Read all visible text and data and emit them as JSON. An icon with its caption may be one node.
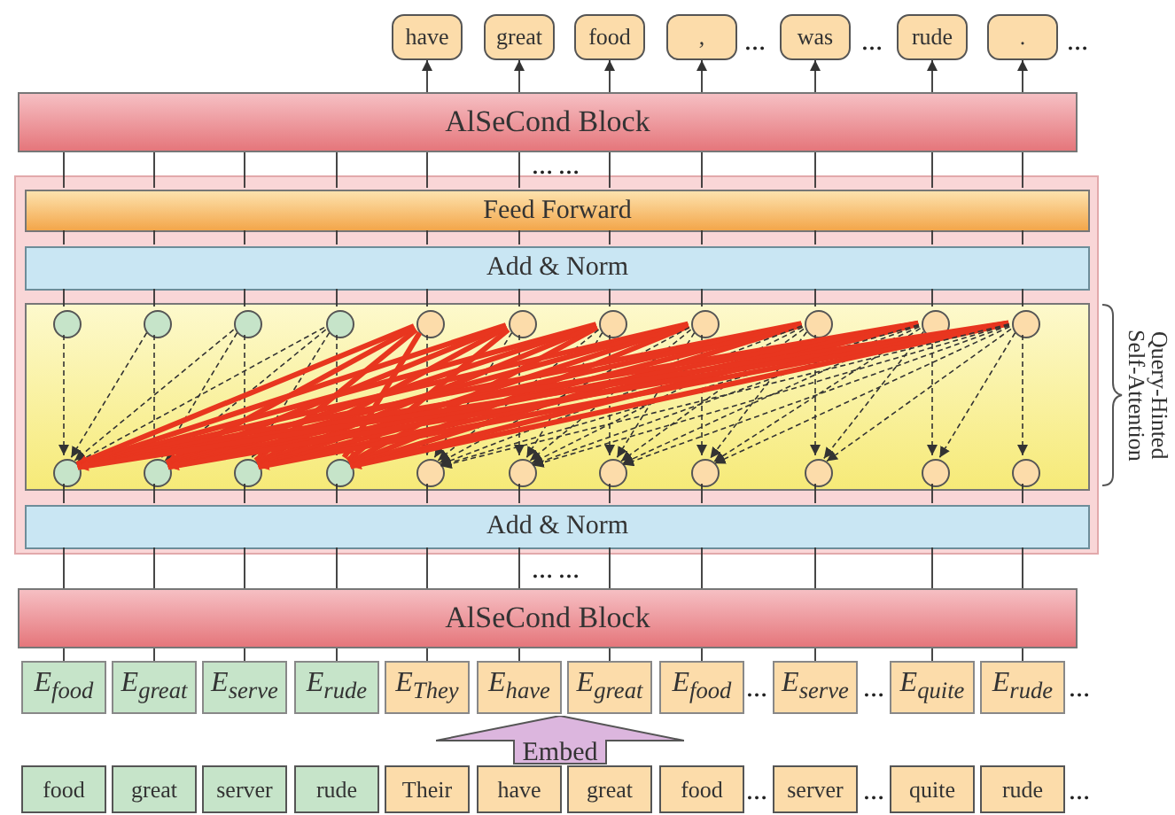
{
  "diagram": {
    "nodes": [
      {
        "text": [
          "have"
        ]
      },
      {
        "text": [
          "great"
        ]
      },
      {
        "text": [
          "food"
        ]
      },
      {
        "text": [
          ","
        ]
      },
      {
        "text": [
          "was"
        ]
      },
      {
        "text": [
          "rude"
        ]
      },
      {
        "text": [
          "."
        ]
      },
      {
        "text": [
          "AlSeCond Block"
        ]
      },
      {
        "text": [],
        "shape": "box"
      },
      {
        "text": [
          "Feed Forward"
        ],
        "in": 8
      },
      {
        "text": [
          "Add & Norm"
        ],
        "in": 8
      },
      {
        "text": [],
        "shape": "box",
        "in": 8
      },
      {
        "text": [],
        "shape": "circle",
        "in": 11
      },
      {
        "text": [],
        "shape": "circle",
        "in": 11
      },
      {
        "text": [],
        "shape": "circle",
        "in": 11
      },
      {
        "text": [],
        "shape": "circle",
        "in": 11
      },
      {
        "text": [],
        "shape": "circle",
        "in": 11
      },
      {
        "text": [],
        "shape": "circle",
        "in": 11
      },
      {
        "text": [],
        "shape": "circle",
        "in": 11
      },
      {
        "text": [],
        "shape": "circle",
        "in": 11
      },
      {
        "text": [],
        "shape": "circle",
        "in": 11
      },
      {
        "text": [],
        "shape": "circle",
        "in": 11
      },
      {
        "text": [],
        "shape": "circle",
        "in": 11
      },
      {
        "text": [],
        "shape": "circle",
        "in": 11
      },
      {
        "text": [],
        "shape": "circle",
        "in": 11
      },
      {
        "text": [],
        "shape": "circle",
        "in": 11
      },
      {
        "text": [],
        "shape": "circle",
        "in": 11
      },
      {
        "text": [],
        "shape": "circle",
        "in": 11
      },
      {
        "text": [],
        "shape": "circle",
        "in": 11
      },
      {
        "text": [],
        "shape": "circle",
        "in": 11
      },
      {
        "text": [],
        "shape": "circle",
        "in": 11
      },
      {
        "text": [],
        "shape": "circle",
        "in": 11
      },
      {
        "text": [],
        "shape": "circle",
        "in": 11
      },
      {
        "text": [],
        "shape": "circle",
        "in": 11
      },
      {
        "text": [
          "Add & Norm"
        ],
        "in": 8
      },
      {
        "text": [
          "AlSeCond Block"
        ]
      },
      {
        "text": [
          "E$_{food}$"
        ]
      },
      {
        "text": [
          "E$_{great}$"
        ]
      },
      {
        "text": [
          "E$_{serve}$"
        ]
      },
      {
        "text": [
          "E$_{rude}$"
        ]
      },
      {
        "text": [
          "E$_{They}$"
        ]
      },
      {
        "text": [
          "E$_{have}$"
        ]
      },
      {
        "text": [
          "E$_{great}$"
        ]
      },
      {
        "text": [
          "E$_{food}$"
        ]
      },
      {
        "text": [
          "E$_{serve}$"
        ]
      },
      {
        "text": [
          "E$_{quite}$"
        ]
      },
      {
        "text": [
          "E$_{rude}$"
        ]
      },
      {
        "text": [
          "Embed"
        ]
      },
      {
        "text": [
          "food"
        ]
      },
      {
        "text": [
          "great"
        ]
      },
      {
        "text": [
          "server"
        ]
      },
      {
        "text": [
          "rude"
        ]
      },
      {
        "text": [
          "Their"
        ]
      },
      {
        "text": [
          "have"
        ]
      },
      {
        "text": [
          "great"
        ]
      },
      {
        "text": [
          "food"
        ]
      },
      {
        "text": [
          "server"
        ]
      },
      {
        "text": [
          "quite"
        ]
      },
      {
        "text": [
          "rude"
        ]
      }
    ],
    "edges": [
      {
        "from": 12,
        "to": 23,
        "arrow": "to",
        "style": "dashed"
      },
      {
        "from": 13,
        "to": 23,
        "arrow": "to",
        "style": "dashed"
      },
      {
        "from": 13,
        "to": 24,
        "arrow": "to",
        "style": "dashed"
      },
      {
        "from": 14,
        "to": 23,
        "arrow": "to",
        "style": "dashed"
      },
      {
        "from": 14,
        "to": 24,
        "arrow": "to",
        "style": "dashed"
      },
      {
        "from": 14,
        "to": 25,
        "arrow": "to",
        "style": "dashed"
      },
      {
        "from": 15,
        "to": 23,
        "arrow": "to",
        "style": "dashed"
      },
      {
        "from": 15,
        "to": 24,
        "arrow": "to",
        "style": "dashed"
      },
      {
        "from": 15,
        "to": 25,
        "arrow": "to",
        "style": "dashed"
      },
      {
        "from": 15,
        "to": 26,
        "arrow": "to",
        "style": "dashed"
      },
      {
        "from": 16,
        "to": 23,
        "arrow": "to",
        "style": "thick",
        "color": "#e8361f"
      },
      {
        "from": 16,
        "to": 24,
        "arrow": "to",
        "style": "thick",
        "color": "#e8361f"
      },
      {
        "from": 16,
        "to": 25,
        "arrow": "to",
        "style": "thick",
        "color": "#e8361f"
      },
      {
        "from": 16,
        "to": 26,
        "arrow": "to",
        "style": "thick",
        "color": "#e8361f"
      },
      {
        "from": 16,
        "to": 27,
        "arrow": "to",
        "style": "dashed"
      },
      {
        "from": 17,
        "to": 23,
        "arrow": "to",
        "style": "thick",
        "color": "#e8361f"
      },
      {
        "from": 17,
        "to": 24,
        "arrow": "to",
        "style": "thick",
        "color": "#e8361f"
      },
      {
        "from": 17,
        "to": 25,
        "arrow": "to",
        "style": "thick",
        "color": "#e8361f"
      },
      {
        "from": 17,
        "to": 26,
        "arrow": "to",
        "style": "thick",
        "color": "#e8361f"
      },
      {
        "from": 17,
        "to": 27,
        "arrow": "to",
        "style": "dashed"
      },
      {
        "from": 17,
        "to": 28,
        "arrow": "to",
        "style": "dashed"
      },
      {
        "from": 18,
        "to": 23,
        "arrow": "to",
        "style": "thick",
        "color": "#e8361f"
      },
      {
        "from": 18,
        "to": 24,
        "arrow": "to",
        "style": "thick",
        "color": "#e8361f"
      },
      {
        "from": 18,
        "to": 25,
        "arrow": "to",
        "style": "thick",
        "color": "#e8361f"
      },
      {
        "from": 18,
        "to": 26,
        "arrow": "to",
        "style": "thick",
        "color": "#e8361f"
      },
      {
        "from": 18,
        "to": 27,
        "arrow": "to",
        "style": "dashed"
      },
      {
        "from": 18,
        "to": 28,
        "arrow": "to",
        "style": "dashed"
      },
      {
        "from": 18,
        "to": 29,
        "arrow": "to",
        "style": "dashed"
      },
      {
        "from": 19,
        "to": 23,
        "arrow": "to",
        "style": "thick",
        "color": "#e8361f"
      },
      {
        "from": 19,
        "to": 24,
        "arrow": "to",
        "style": "thick",
        "color": "#e8361f"
      },
      {
        "from": 19,
        "to": 25,
        "arrow": "to",
        "style": "thick",
        "color": "#e8361f"
      },
      {
        "from": 19,
        "to": 26,
        "arrow": "to",
        "style": "thick",
        "color": "#e8361f"
      },
      {
        "from": 19,
        "to": 27,
        "arrow": "to",
        "style": "dashed"
      },
      {
        "from": 19,
        "to": 28,
        "arrow": "to",
        "style": "dashed"
      },
      {
        "from": 19,
        "to": 29,
        "arrow": "to",
        "style": "dashed"
      },
      {
        "from": 19,
        "to": 30,
        "arrow": "to",
        "style": "dashed"
      },
      {
        "from": 20,
        "to": 23,
        "arrow": "to",
        "style": "thick",
        "color": "#e8361f"
      },
      {
        "from": 20,
        "to": 24,
        "arrow": "to",
        "style": "thick",
        "color": "#e8361f"
      },
      {
        "from": 20,
        "to": 25,
        "arrow": "to",
        "style": "thick",
        "color": "#e8361f"
      },
      {
        "from": 20,
        "to": 26,
        "arrow": "to",
        "style": "thick",
        "color": "#e8361f"
      },
      {
        "from": 20,
        "to": 27,
        "arrow": "to",
        "style": "dashed"
      },
      {
        "from": 20,
        "to": 28,
        "arrow": "to",
        "style": "dashed"
      },
      {
        "from": 20,
        "to": 29,
        "arrow": "to",
        "style": "dashed"
      },
      {
        "from": 20,
        "to": 30,
        "arrow": "to",
        "style": "dashed"
      },
      {
        "from": 20,
        "to": 31,
        "arrow": "to",
        "style": "dashed"
      },
      {
        "from": 21,
        "to": 23,
        "arrow": "to",
        "style": "thick",
        "color": "#e8361f"
      },
      {
        "from": 21,
        "to": 24,
        "arrow": "to",
        "style": "thick",
        "color": "#e8361f"
      },
      {
        "from": 21,
        "to": 25,
        "arrow": "to",
        "style": "thick",
        "color": "#e8361f"
      },
      {
        "from": 21,
        "to": 26,
        "arrow": "to",
        "style": "thick",
        "color": "#e8361f"
      },
      {
        "from": 21,
        "to": 27,
        "arrow": "to",
        "style": "dashed"
      },
      {
        "from": 21,
        "to": 28,
        "arrow": "to",
        "style": "dashed"
      },
      {
        "from": 21,
        "to": 29,
        "arrow": "to",
        "style": "dashed"
      },
      {
        "from": 21,
        "to": 30,
        "arrow": "to",
        "style": "dashed"
      },
      {
        "from": 21,
        "to": 31,
        "arrow": "to",
        "style": "dashed"
      },
      {
        "from": 21,
        "to": 32,
        "arrow": "to",
        "style": "dashed"
      },
      {
        "from": 22,
        "to": 23,
        "arrow": "to",
        "style": "thick",
        "color": "#e8361f"
      },
      {
        "from": 22,
        "to": 24,
        "arrow": "to",
        "style": "thick",
        "color": "#e8361f"
      },
      {
        "from": 22,
        "to": 25,
        "arrow": "to",
        "style": "thick",
        "color": "#e8361f"
      },
      {
        "from": 22,
        "to": 26,
        "arrow": "to",
        "style": "thick",
        "color": "#e8361f"
      },
      {
        "from": 22,
        "to": 27,
        "arrow": "to",
        "style": "dashed"
      },
      {
        "from": 22,
        "to": 28,
        "arrow": "to",
        "style": "dashed"
      },
      {
        "from": 22,
        "to": 29,
        "arrow": "to",
        "style": "dashed"
      },
      {
        "from": 22,
        "to": 30,
        "arrow": "to",
        "style": "dashed"
      },
      {
        "from": 22,
        "to": 31,
        "arrow": "to",
        "style": "dashed"
      },
      {
        "from": 22,
        "to": 32,
        "arrow": "to",
        "style": "dashed"
      },
      {
        "from": 22,
        "to": 33,
        "arrow": "to",
        "style": "dashed"
      },
      {
        "from": 36,
        "to": 35,
        "arrow": "none"
      },
      {
        "from": 37,
        "to": 35,
        "arrow": "none"
      },
      {
        "from": 38,
        "to": 35,
        "arrow": "none"
      },
      {
        "from": 39,
        "to": 35,
        "arrow": "none"
      },
      {
        "from": 40,
        "to": 35,
        "arrow": "none"
      },
      {
        "from": 41,
        "to": 35,
        "arrow": "none"
      },
      {
        "from": 42,
        "to": 35,
        "arrow": "none"
      },
      {
        "from": 43,
        "to": 35,
        "arrow": "none"
      },
      {
        "from": 44,
        "to": 35,
        "arrow": "none"
      },
      {
        "from": 45,
        "to": 35,
        "arrow": "none"
      },
      {
        "from": 46,
        "to": 35,
        "arrow": "none"
      },
      {
        "from": 35,
        "to": 34,
        "arrow": "none"
      },
      {
        "from": 35,
        "to": 34,
        "arrow": "none"
      },
      {
        "from": 35,
        "to": 34,
        "arrow": "none"
      },
      {
        "from": 35,
        "to": 34,
        "arrow": "none"
      },
      {
        "from": 35,
        "to": 34,
        "arrow": "none"
      },
      {
        "from": 35,
        "to": 34,
        "arrow": "none"
      },
      {
        "from": 35,
        "to": 34,
        "arrow": "none"
      },
      {
        "from": 35,
        "to": 34,
        "arrow": "none"
      },
      {
        "from": 35,
        "to": 34,
        "arrow": "none"
      },
      {
        "from": 35,
        "to": 34,
        "arrow": "none"
      },
      {
        "from": 35,
        "to": 34,
        "arrow": "none"
      },
      {
        "from": 34,
        "to": 23,
        "arrow": "none"
      },
      {
        "from": 34,
        "to": 24,
        "arrow": "none"
      },
      {
        "from": 34,
        "to": 25,
        "arrow": "none"
      },
      {
        "from": 34,
        "to": 26,
        "arrow": "none"
      },
      {
        "from": 34,
        "to": 27,
        "arrow": "none"
      },
      {
        "from": 34,
        "to": 28,
        "arrow": "none"
      },
      {
        "from": 34,
        "to": 29,
        "arrow": "none"
      },
      {
        "from": 34,
        "to": 30,
        "arrow": "none"
      },
      {
        "from": 34,
        "to": 31,
        "arrow": "none"
      },
      {
        "from": 34,
        "to": 32,
        "arrow": "none"
      },
      {
        "from": 34,
        "to": 33,
        "arrow": "none"
      },
      {
        "from": 12,
        "to": 10,
        "arrow": "none"
      },
      {
        "from": 13,
        "to": 10,
        "arrow": "none"
      },
      {
        "from": 14,
        "to": 10,
        "arrow": "none"
      },
      {
        "from": 15,
        "to": 10,
        "arrow": "none"
      },
      {
        "from": 16,
        "to": 10,
        "arrow": "none"
      },
      {
        "from": 17,
        "to": 10,
        "arrow": "none"
      },
      {
        "from": 18,
        "to": 10,
        "arrow": "none"
      },
      {
        "from": 19,
        "to": 10,
        "arrow": "none"
      },
      {
        "from": 20,
        "to": 10,
        "arrow": "none"
      },
      {
        "from": 21,
        "to": 10,
        "arrow": "none"
      },
      {
        "from": 22,
        "to": 10,
        "arrow": "none"
      },
      {
        "from": 10,
        "to": 9,
        "arrow": "none"
      },
      {
        "from": 10,
        "to": 9,
        "arrow": "none"
      },
      {
        "from": 10,
        "to": 9,
        "arrow": "none"
      },
      {
        "from": 10,
        "to": 9,
        "arrow": "none"
      },
      {
        "from": 10,
        "to": 9,
        "arrow": "none"
      },
      {
        "from": 10,
        "to": 9,
        "arrow": "none"
      },
      {
        "from": 10,
        "to": 9,
        "arrow": "none"
      },
      {
        "from": 10,
        "to": 9,
        "arrow": "none"
      },
      {
        "from": 10,
        "to": 9,
        "arrow": "none"
      },
      {
        "from": 10,
        "to": 9,
        "arrow": "none"
      },
      {
        "from": 10,
        "to": 9,
        "arrow": "none"
      },
      {
        "from": 9,
        "to": 7,
        "arrow": "none"
      },
      {
        "from": 9,
        "to": 7,
        "arrow": "none"
      },
      {
        "from": 9,
        "to": 7,
        "arrow": "none"
      },
      {
        "from": 9,
        "to": 7,
        "arrow": "none"
      },
      {
        "from": 9,
        "to": 7,
        "arrow": "none"
      },
      {
        "from": 9,
        "to": 7,
        "arrow": "none"
      },
      {
        "from": 9,
        "to": 7,
        "arrow": "none"
      },
      {
        "from": 9,
        "to": 7,
        "arrow": "none"
      },
      {
        "from": 9,
        "to": 7,
        "arrow": "none"
      },
      {
        "from": 9,
        "to": 7,
        "arrow": "none"
      },
      {
        "from": 9,
        "to": 7,
        "arrow": "none"
      },
      {
        "from": 7,
        "to": 0,
        "arrow": "to"
      },
      {
        "from": 7,
        "to": 1,
        "arrow": "to"
      },
      {
        "from": 7,
        "to": 2,
        "arrow": "to"
      },
      {
        "from": 7,
        "to": 3,
        "arrow": "to"
      },
      {
        "from": 7,
        "to": 4,
        "arrow": "to"
      },
      {
        "from": 7,
        "to": 5,
        "arrow": "to"
      },
      {
        "from": 7,
        "to": 6,
        "arrow": "to"
      }
    ],
    "labels": [
      "…",
      "…",
      "…",
      "… …",
      "Query-Hinted Self-Attention",
      "… …",
      "…",
      "…",
      "…",
      "…",
      "…",
      "…"
    ]
  }
}
